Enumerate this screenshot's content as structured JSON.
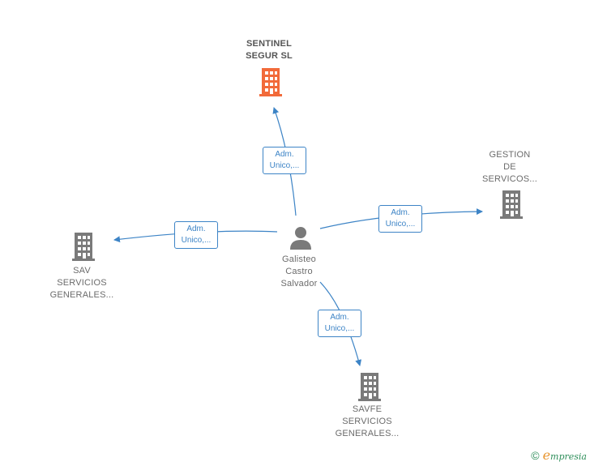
{
  "colors": {
    "edge": "#3d84c6",
    "main_company": "#f26a3a",
    "company": "#7a7a7a",
    "person": "#7a7a7a"
  },
  "nodes": {
    "main": {
      "line1": "SENTINEL",
      "line2": "SEGUR  SL",
      "icon": "building-icon"
    },
    "gestion": {
      "line1": "GESTION",
      "line2": "DE",
      "line3": "SERVICOS...",
      "icon": "building-icon"
    },
    "sav": {
      "line1": "SAV",
      "line2": "SERVICIOS",
      "line3": "GENERALES...",
      "icon": "building-icon"
    },
    "savfe": {
      "line1": "SAVFE",
      "line2": "SERVICIOS",
      "line3": "GENERALES...",
      "icon": "building-icon"
    },
    "person": {
      "line1": "Galisteo",
      "line2": "Castro",
      "line3": "Salvador",
      "icon": "person-icon"
    }
  },
  "edges": {
    "to_main": {
      "line1": "Adm.",
      "line2": "Unico,..."
    },
    "to_gestion": {
      "line1": "Adm.",
      "line2": "Unico,..."
    },
    "to_sav": {
      "line1": "Adm.",
      "line2": "Unico,..."
    },
    "to_savfe": {
      "line1": "Adm.",
      "line2": "Unico,..."
    }
  },
  "footer": {
    "copyright_symbol": "©",
    "brand_initial": "e",
    "brand_rest": "mpresia"
  }
}
